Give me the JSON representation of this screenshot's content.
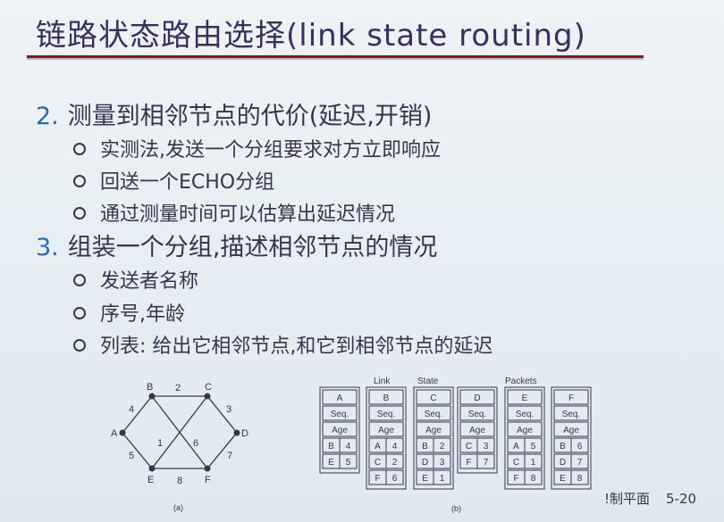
{
  "slide": {
    "title": "链路状态路由选择(link state routing)",
    "sections": [
      {
        "num": "2.",
        "heading": "测量到相邻节点的代价(延迟,开销)",
        "bullets": [
          "实测法,发送一个分组要求对方立即响应",
          "回送一个ECHO分组",
          "通过测量时间可以估算出延迟情况"
        ]
      },
      {
        "num": "3.",
        "heading": "组装一个分组,描述相邻节点的情况",
        "bullets": [
          "发送者名称",
          "序号,年龄",
          "列表: 给出它相邻节点,和它到相邻节点的延迟"
        ]
      }
    ],
    "footer": {
      "chapter": "!制平面",
      "page": "5-20"
    }
  },
  "figure_a": {
    "caption": "(a)",
    "nodes": [
      "A",
      "B",
      "C",
      "D",
      "E",
      "F"
    ],
    "edge_weights": {
      "BC": "2",
      "AB": "4",
      "CD": "3",
      "AE": "5",
      "BF": "6",
      "CE": "1",
      "DF": "7",
      "EF": "8"
    }
  },
  "figure_b": {
    "caption": "(b)",
    "top_labels": [
      "Link",
      "State",
      "Packets"
    ],
    "packets": [
      {
        "name": "A",
        "seq": "Seq.",
        "age": "Age",
        "rows": [
          [
            "B",
            "4"
          ],
          [
            "E",
            "5"
          ]
        ]
      },
      {
        "name": "B",
        "seq": "Seq.",
        "age": "Age",
        "rows": [
          [
            "A",
            "4"
          ],
          [
            "C",
            "2"
          ],
          [
            "F",
            "6"
          ]
        ]
      },
      {
        "name": "C",
        "seq": "Seq.",
        "age": "Age",
        "rows": [
          [
            "B",
            "2"
          ],
          [
            "D",
            "3"
          ],
          [
            "E",
            "1"
          ]
        ]
      },
      {
        "name": "D",
        "seq": "Seq.",
        "age": "Age",
        "rows": [
          [
            "C",
            "3"
          ],
          [
            "F",
            "7"
          ]
        ]
      },
      {
        "name": "E",
        "seq": "Seq.",
        "age": "Age",
        "rows": [
          [
            "A",
            "5"
          ],
          [
            "C",
            "1"
          ],
          [
            "F",
            "8"
          ]
        ]
      },
      {
        "name": "F",
        "seq": "Seq.",
        "age": "Age",
        "rows": [
          [
            "B",
            "6"
          ],
          [
            "D",
            "7"
          ],
          [
            "E",
            "8"
          ]
        ]
      }
    ]
  }
}
